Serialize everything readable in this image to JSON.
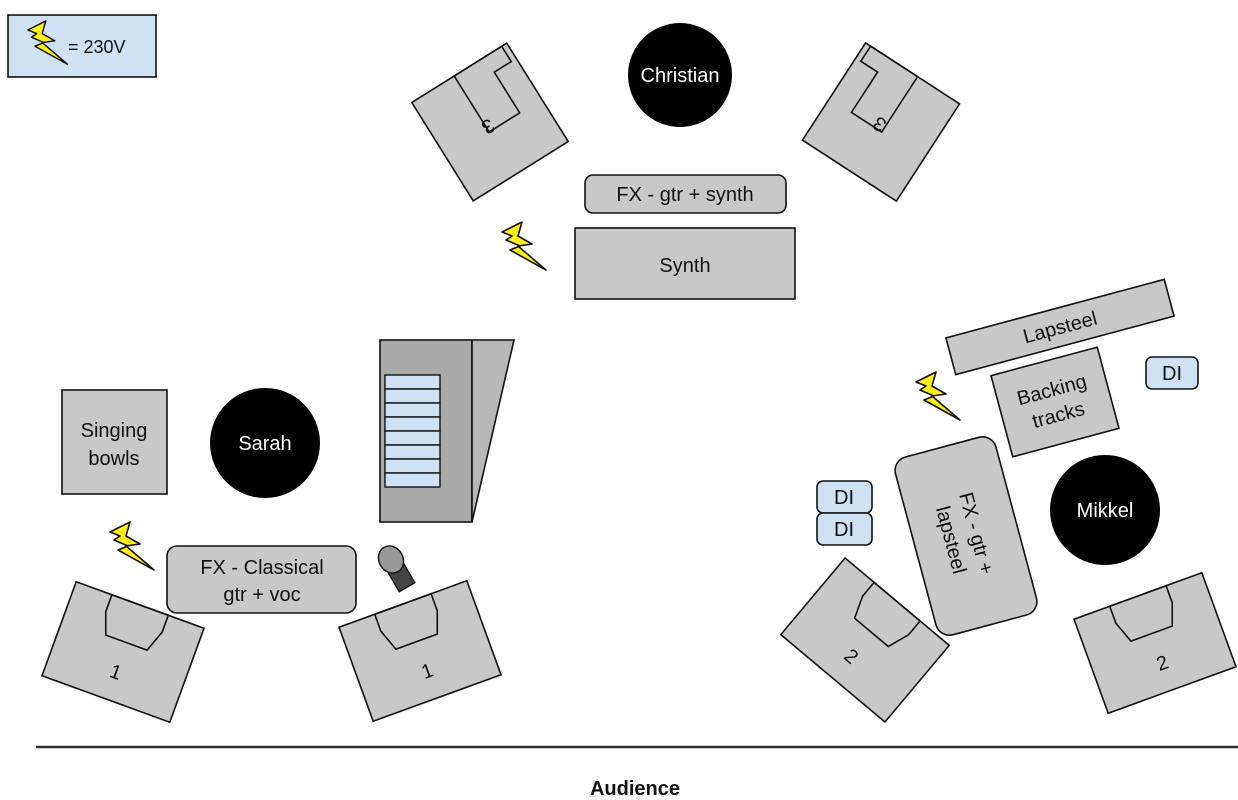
{
  "legend": {
    "text": "= 230V",
    "icon": "lightning-bolt-icon"
  },
  "musicians": [
    {
      "id": "christian",
      "name": "Christian"
    },
    {
      "id": "sarah",
      "name": "Sarah"
    },
    {
      "id": "mikkel",
      "name": "Mikkel"
    }
  ],
  "equipment": {
    "fx_gtr_synth": "FX - gtr + synth",
    "synth": "Synth",
    "singing_bowls_line1": "Singing",
    "singing_bowls_line2": "bowls",
    "fx_classical_line1": "FX - Classical",
    "fx_classical_line2": "gtr + voc",
    "lapsteel": "Lapsteel",
    "backing_line1": "Backing",
    "backing_line2": "tracks",
    "fx_lapsteel_line1": "FX - gtr +",
    "fx_lapsteel_line2": "lapsteel",
    "di_right": "DI",
    "di_left_top": "DI",
    "di_left_bottom": "DI"
  },
  "monitors": {
    "top_left": "3",
    "top_right": "3",
    "bottom_left_1": "1",
    "bottom_left_2": "1",
    "bottom_right_1": "2",
    "bottom_right_2": "2"
  },
  "audience_label": "Audience",
  "colors": {
    "gear": "#c8c8c8",
    "di_fill": "#cfe2f3",
    "bolt": "#ffee1a",
    "musician": "#000000"
  }
}
